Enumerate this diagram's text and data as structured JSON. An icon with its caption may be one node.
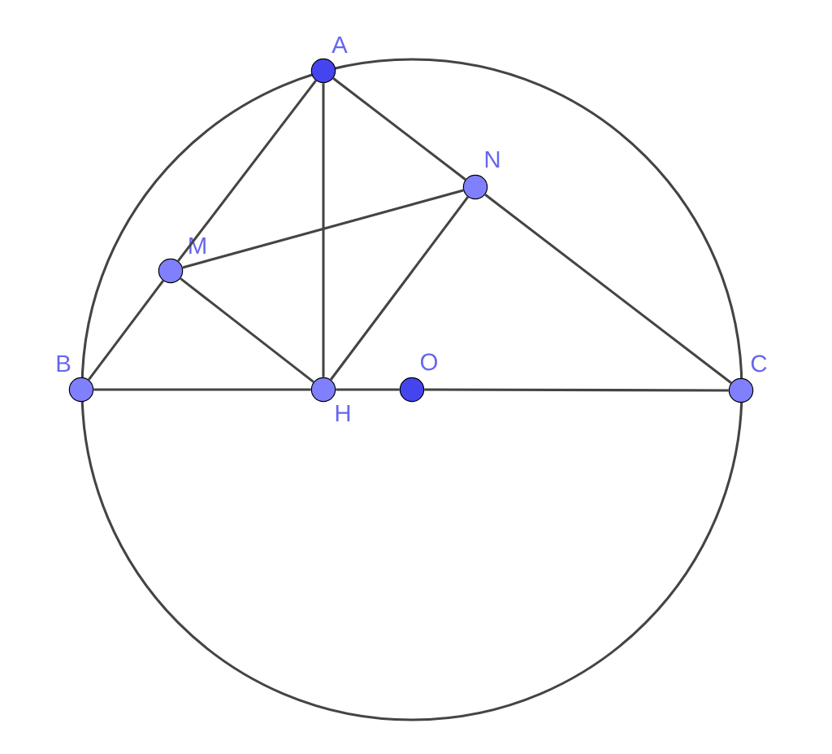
{
  "diagram": {
    "nodes": [
      {
        "text": [
          "A"
        ]
      },
      {
        "text": [
          "N"
        ]
      },
      {
        "text": [
          "M"
        ]
      },
      {
        "text": [
          "B"
        ]
      },
      {
        "text": [
          "H"
        ]
      },
      {
        "text": [
          "O"
        ]
      },
      {
        "text": [
          "C"
        ]
      }
    ],
    "edges": [
      {
        "from": 0,
        "to": 2,
        "arrow": "none"
      },
      {
        "from": 2,
        "to": 3,
        "arrow": "none"
      },
      {
        "from": 0,
        "to": 1,
        "arrow": "none"
      },
      {
        "from": 1,
        "to": 6,
        "arrow": "none"
      },
      {
        "from": 0,
        "to": 4,
        "arrow": "none"
      },
      {
        "from": 2,
        "to": 1,
        "arrow": "none"
      },
      {
        "from": 2,
        "to": 4,
        "arrow": "none"
      },
      {
        "from": 1,
        "to": 4,
        "arrow": "none"
      },
      {
        "from": 3,
        "to": 4,
        "arrow": "none"
      },
      {
        "from": 4,
        "to": 5,
        "arrow": "none"
      },
      {
        "from": 5,
        "to": 6,
        "arrow": "none"
      }
    ]
  }
}
